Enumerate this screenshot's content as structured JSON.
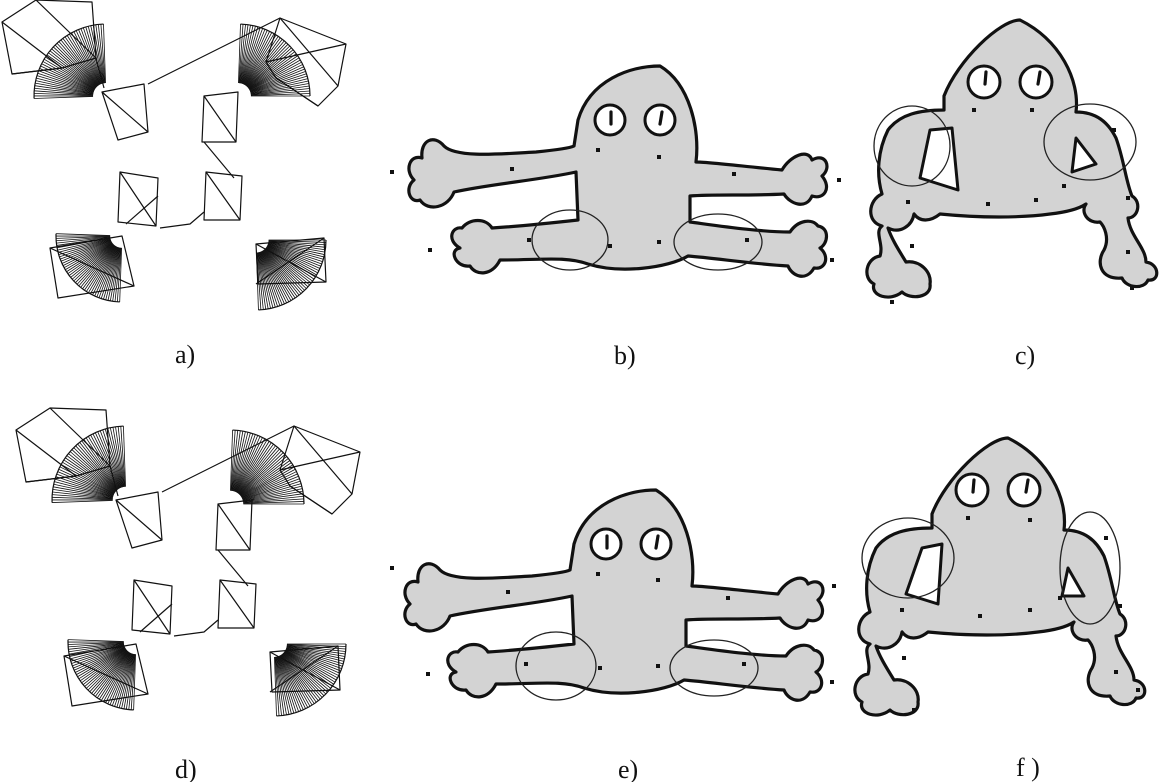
{
  "figure": {
    "panels": [
      {
        "id": "a",
        "label": "a)",
        "kind": "mesh-skeleton"
      },
      {
        "id": "b",
        "label": "b)",
        "kind": "frog-spread"
      },
      {
        "id": "c",
        "label": "c)",
        "kind": "frog-crouch"
      },
      {
        "id": "d",
        "label": "d)",
        "kind": "mesh-skeleton"
      },
      {
        "id": "e",
        "label": "e)",
        "kind": "frog-spread"
      },
      {
        "id": "f",
        "label": "f )",
        "kind": "frog-crouch"
      }
    ]
  }
}
